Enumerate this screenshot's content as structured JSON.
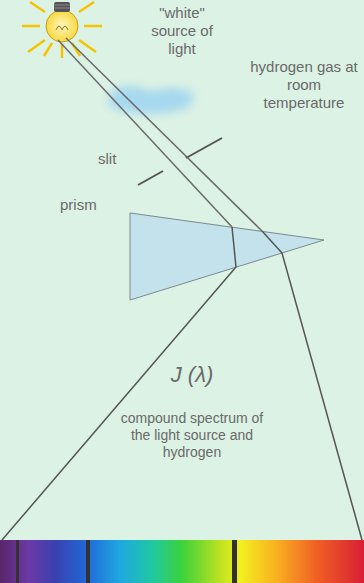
{
  "diagram": {
    "labels": [
      "\"white\" source of light",
      "hydrogen gas at room temperature",
      "slit",
      "prism",
      "J (λ)",
      "compound spectrum of the light source and hydrogen"
    ]
  }
}
